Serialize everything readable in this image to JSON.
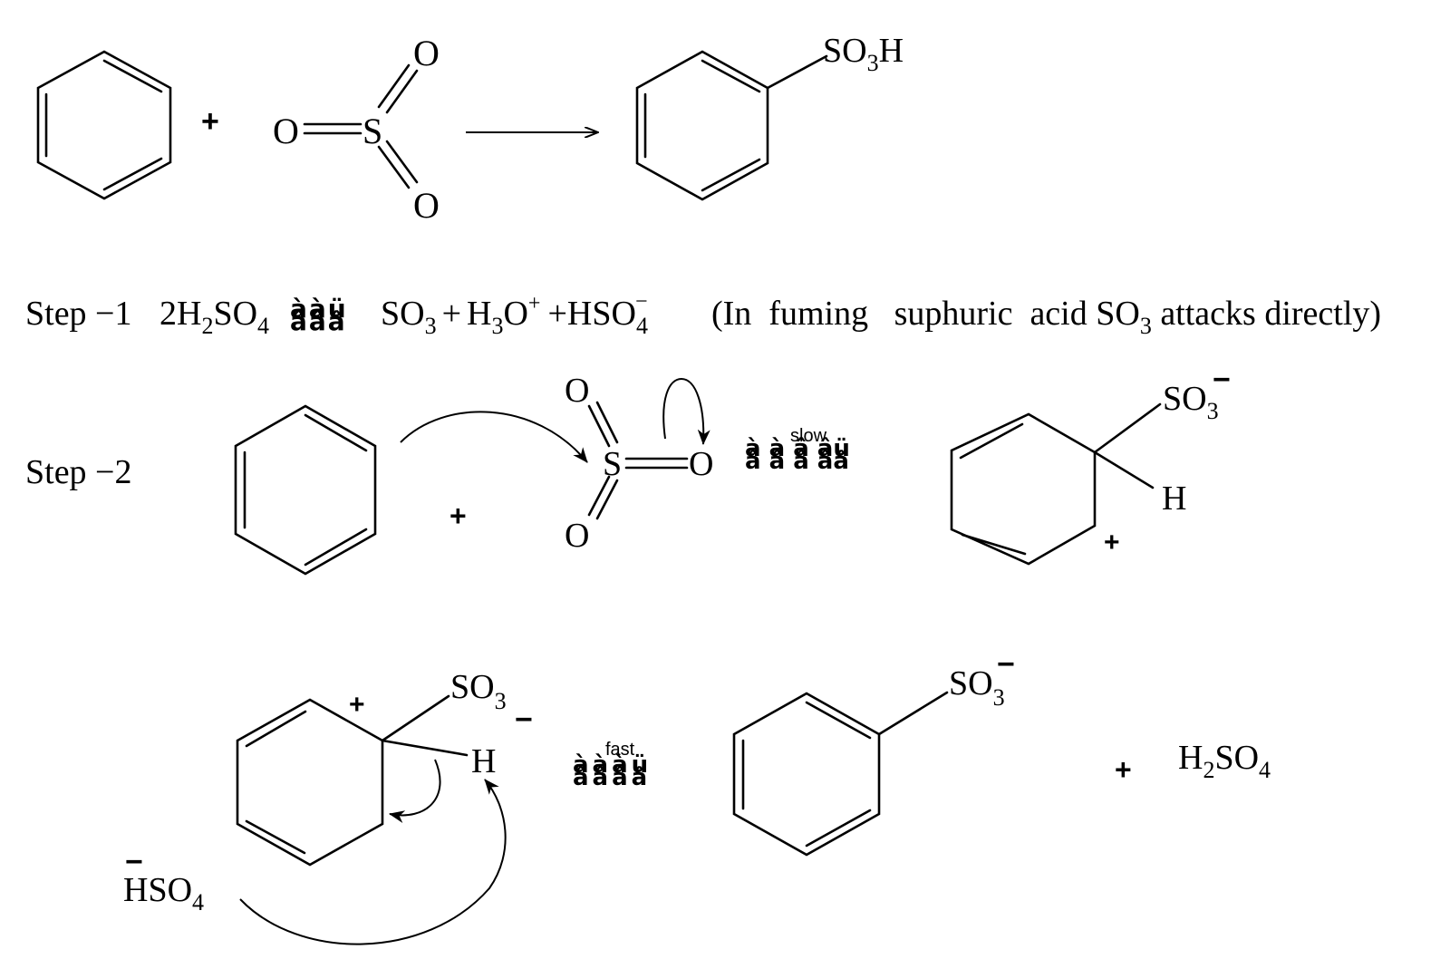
{
  "reaction": {
    "plus": "+",
    "so3_o_top": "O",
    "so3_o_left": "O",
    "so3_s": "S",
    "so3_o_bottom": "O",
    "product_group": "SO",
    "product_sub": "3",
    "product_h": "H"
  },
  "step1": {
    "label": "Step −1",
    "eq_2h": "2H",
    "sub_2": "2",
    "so": "SO",
    "sub_4": "4",
    "arrow_glyphs_top": "ààü",
    "arrow_glyphs_bottom": "âââ",
    "so3": "SO",
    "sub_3": "3",
    "plus1": "+",
    "h": "H",
    "sub_3b": "3",
    "o": "O",
    "sup_plus": "+",
    "plus2": "+",
    "hso": "HSO",
    "sub_4b": "4",
    "sup_minus": "−",
    "note_pre": "(In  fuming   suphuric  acid SO",
    "note_sub": "3",
    "note_post": " attacks directly)"
  },
  "step2": {
    "label": "Step −2",
    "plus": "+",
    "o_top": "O",
    "s": "S",
    "o_right": "O",
    "o_bottom": "O",
    "arrow_label": "slow",
    "arrow_glyphs_top": "à à â âü",
    "arrow_glyphs_bottom": "â â â ââ",
    "so3_group": "SO",
    "so3_sub": "3",
    "so3_charge": "−",
    "h": "H",
    "ring_charge": "+"
  },
  "step3": {
    "ring_charge": "+",
    "so3_group": "SO",
    "so3_sub": "3",
    "so3_charge": "−",
    "h": "H",
    "base_charge": "−",
    "base": "HSO",
    "base_sub": "4",
    "arrow_label": "fast",
    "arrow_glyphs_top": "àààü",
    "arrow_glyphs_bottom": "ââââ",
    "product_group": "SO",
    "product_sub": "3",
    "product_charge": "−",
    "plus": "+",
    "h2so4_h": "H",
    "h2so4_sub2": "2",
    "h2so4_so": "SO",
    "h2so4_sub4": "4"
  }
}
